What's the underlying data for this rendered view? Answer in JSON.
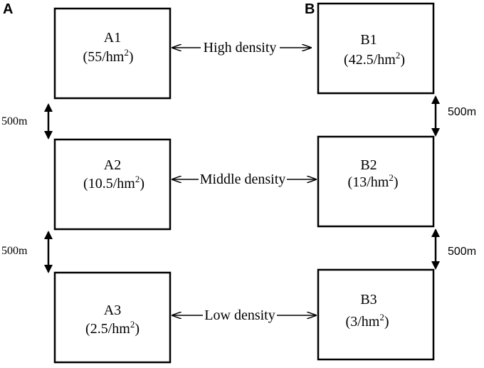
{
  "panels": [
    {
      "label": "A"
    },
    {
      "label": "B"
    }
  ],
  "plots": [
    {
      "id": "A1",
      "density_value": "55/hm",
      "unit_sup": "2"
    },
    {
      "id": "A2",
      "density_value": "10.5/hm",
      "unit_sup": "2"
    },
    {
      "id": "A3",
      "density_value": "2.5/hm",
      "unit_sup": "2"
    },
    {
      "id": "B1",
      "density_value": "42.5/hm",
      "unit_sup": "2"
    },
    {
      "id": "B2",
      "density_value": "13/hm",
      "unit_sup": "2"
    },
    {
      "id": "B3",
      "density_value": "3/hm",
      "unit_sup": "2"
    }
  ],
  "density_links": [
    {
      "label": "High density"
    },
    {
      "label": "Middle density"
    },
    {
      "label": "Low density"
    }
  ],
  "spacings": [
    {
      "label": "500m"
    },
    {
      "label": "500m"
    },
    {
      "label": "500m"
    },
    {
      "label": "500m"
    }
  ]
}
